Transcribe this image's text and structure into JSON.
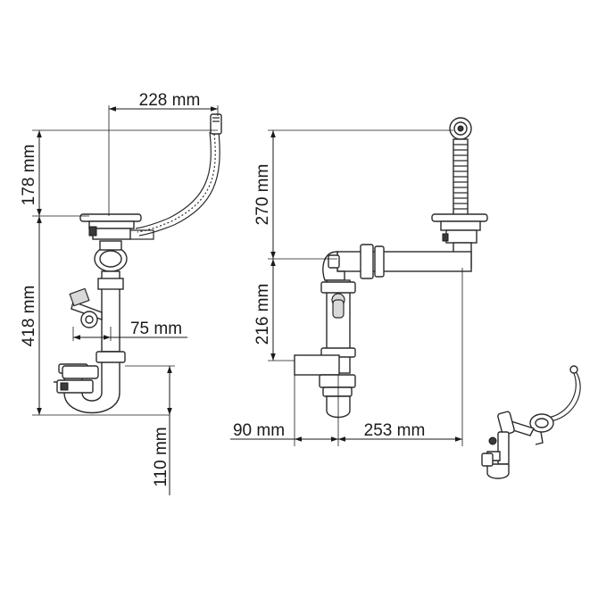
{
  "dimensions": {
    "left_top_width": "228 mm",
    "left_upper_height": "178 mm",
    "left_total_height": "418 mm",
    "left_branch_width": "75 mm",
    "left_trap_height": "110 mm",
    "right_upper_height": "270 mm",
    "right_lower_height": "216 mm",
    "right_branch_width": "90 mm",
    "right_offset_width": "253 mm"
  }
}
